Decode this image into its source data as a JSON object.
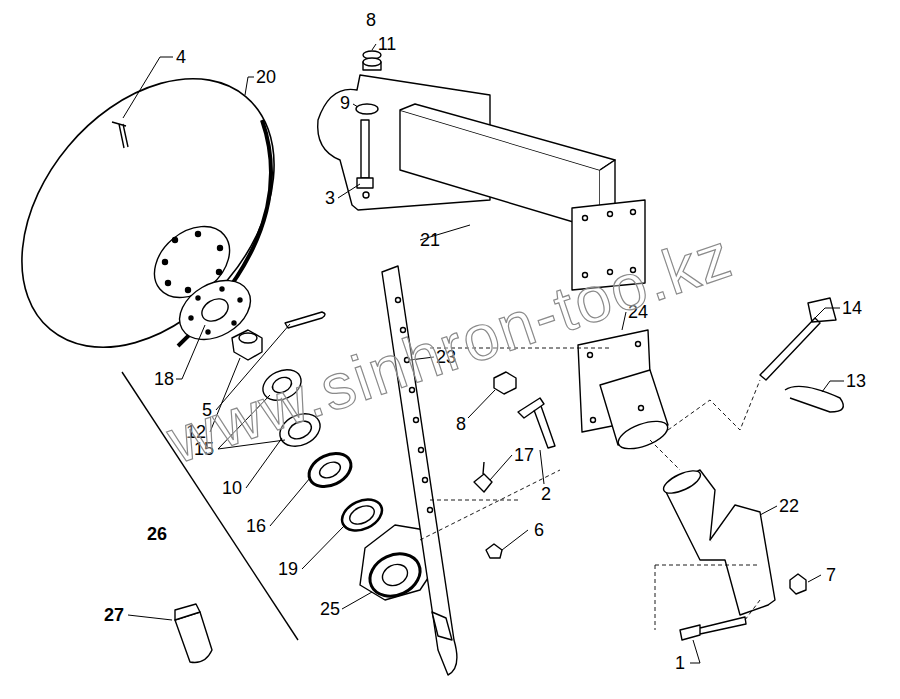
{
  "diagram": {
    "labels": [
      "4",
      "20",
      "8",
      "11",
      "9",
      "3",
      "21",
      "14",
      "24",
      "23",
      "13",
      "18",
      "8",
      "5",
      "12",
      "15",
      "17",
      "2",
      "10",
      "26",
      "16",
      "22",
      "19",
      "6",
      "7",
      "27",
      "25",
      "1",
      "www.sinhron-too.kz"
    ]
  }
}
